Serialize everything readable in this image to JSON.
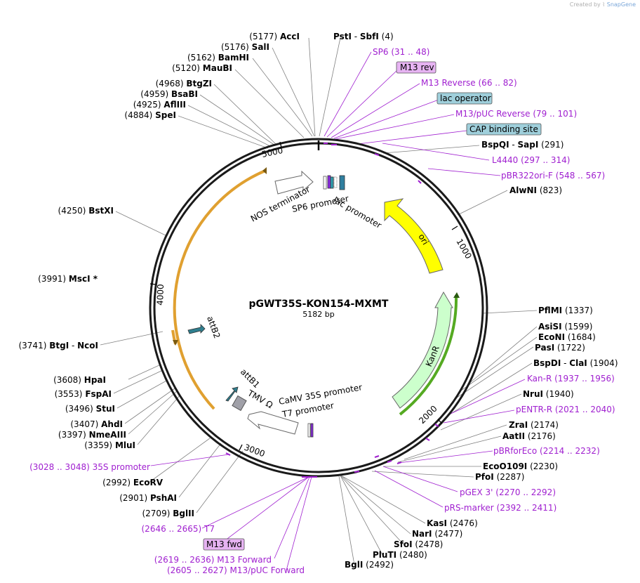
{
  "credit": {
    "prefix": "Created by",
    "brand": "SnapGene"
  },
  "plasmid": {
    "name": "pGWT35S-KON154-MXMT",
    "length_label": "5182 bp"
  },
  "ticks": [
    "1000",
    "2000",
    "3000",
    "4000",
    "5000"
  ],
  "features": [
    {
      "name": "ori",
      "color": "#ffff00"
    },
    {
      "name": "KanR",
      "color": "#ccffcc"
    },
    {
      "name": "lac promoter"
    },
    {
      "name": "SP6 promoter"
    },
    {
      "name": "NOS terminator"
    },
    {
      "name": "attB2"
    },
    {
      "name": "attB1"
    },
    {
      "name": "TMV Ω"
    },
    {
      "name": "CaMV 35S promoter"
    },
    {
      "name": "T7 promoter"
    }
  ],
  "sites": [
    {
      "name": "AccI",
      "pos": "(5177)"
    },
    {
      "name": "SalI",
      "pos": "(5176)"
    },
    {
      "name": "BamHI",
      "pos": "(5162)"
    },
    {
      "name": "MauBI",
      "pos": "(5120)"
    },
    {
      "name": "BtgZI",
      "pos": "(4968)"
    },
    {
      "name": "BsaBI",
      "pos": "(4959)"
    },
    {
      "name": "AflIII",
      "pos": "(4925)"
    },
    {
      "name": "SpeI",
      "pos": "(4884)"
    },
    {
      "name": "BstXI",
      "pos": "(4250)"
    },
    {
      "name": "MscI *",
      "pos": "(3991)"
    },
    {
      "name": "BtgI",
      "name2": "NcoI",
      "pos": "(3741)"
    },
    {
      "name": "HpaI",
      "pos": "(3608)"
    },
    {
      "name": "FspAI",
      "pos": "(3553)"
    },
    {
      "name": "StuI",
      "pos": "(3496)"
    },
    {
      "name": "AhdI",
      "pos": "(3407)"
    },
    {
      "name": "NmeAIII",
      "pos": "(3397)"
    },
    {
      "name": "MluI",
      "pos": "(3359)"
    },
    {
      "name": "EcoRV",
      "pos": "(2992)"
    },
    {
      "name": "PshAI",
      "pos": "(2901)"
    },
    {
      "name": "BglII",
      "pos": "(2709)"
    },
    {
      "name": "PstI",
      "name2": "SbfI",
      "pos": "(4)"
    },
    {
      "name": "BspQI",
      "name2": "SapI",
      "pos": "(291)"
    },
    {
      "name": "AlwNI",
      "pos": "(823)"
    },
    {
      "name": "PflMI",
      "pos": "(1337)"
    },
    {
      "name": "AsiSI",
      "pos": "(1599)"
    },
    {
      "name": "EcoNI",
      "pos": "(1684)"
    },
    {
      "name": "PasI",
      "pos": "(1722)"
    },
    {
      "name": "BspDI",
      "name2": "ClaI",
      "pos": "(1904)"
    },
    {
      "name": "NruI",
      "pos": "(1940)"
    },
    {
      "name": "ZraI",
      "pos": "(2174)"
    },
    {
      "name": "AatII",
      "pos": "(2176)"
    },
    {
      "name": "EcoO109I",
      "pos": "(2230)"
    },
    {
      "name": "PfoI",
      "pos": "(2287)"
    },
    {
      "name": "KasI",
      "pos": "(2476)"
    },
    {
      "name": "NarI",
      "pos": "(2477)"
    },
    {
      "name": "SfoI",
      "pos": "(2478)"
    },
    {
      "name": "PluTI",
      "pos": "(2480)"
    },
    {
      "name": "BglI",
      "pos": "(2492)"
    }
  ],
  "primers": [
    {
      "name": "SP6",
      "range": "(31 .. 48)"
    },
    {
      "name": "M13 Reverse",
      "range": "(66 .. 82)"
    },
    {
      "name": "M13/pUC Reverse",
      "range": "(79 .. 101)"
    },
    {
      "name": "L4440",
      "range": "(297 .. 314)"
    },
    {
      "name": "pBR322ori-F",
      "range": "(548 .. 567)"
    },
    {
      "name": "Kan-R",
      "range": "(1937 .. 1956)"
    },
    {
      "name": "pENTR-R",
      "range": "(2021 .. 2040)"
    },
    {
      "name": "pBRforEco",
      "range": "(2214 .. 2232)"
    },
    {
      "name": "pGEX 3'",
      "range": "(2270 .. 2292)"
    },
    {
      "name": "pRS-marker",
      "range": "(2392 .. 2411)"
    },
    {
      "name": "35S promoter",
      "range": "(3028 .. 3048)"
    },
    {
      "name": "T7",
      "range": "(2646 .. 2665)"
    },
    {
      "name": "M13 Forward",
      "range": "(2619 .. 2636)"
    },
    {
      "name": "M13/pUC Forward",
      "range": "(2605 .. 2627)"
    }
  ],
  "boxes": [
    {
      "label": "M13 rev",
      "fill": "#e6b3f2"
    },
    {
      "label": "lac operator",
      "fill": "#9fcfdb"
    },
    {
      "label": "CAP binding site",
      "fill": "#9fcfdb"
    },
    {
      "label": "M13 fwd",
      "fill": "#e6b3f2"
    }
  ],
  "colors": {
    "backbone": "#000000",
    "primer": "#a020d0",
    "orange_arc": "#e0a030",
    "green_arc": "#55aa22"
  }
}
